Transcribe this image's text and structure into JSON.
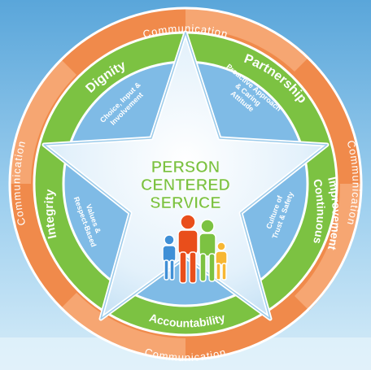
{
  "outer_ring": {
    "top": "Communication",
    "left": "Communication",
    "right": "Communication",
    "bottom": "Communication"
  },
  "values": {
    "dignity": "Dignity",
    "partnership": "Partnership",
    "integrity": "Integrity",
    "continuous_improvement_line1": "Continuous",
    "continuous_improvement_line2": "Improvement",
    "accountability": "Accountability"
  },
  "inner_ring": {
    "choice_line1": "Choice, Input &",
    "choice_line2": "Involvement",
    "proactive_line1": "Proactive Approach",
    "proactive_line2": "& Caring",
    "proactive_line3": "Attitude",
    "values_line1": "Values &",
    "values_line2": "Respect-Based",
    "culture_line1": "Culture of",
    "culture_line2": "Trust & Safety"
  },
  "center": {
    "line1": "PERSON",
    "line2": "CENTERED",
    "line3": "SERVICE"
  },
  "colors": {
    "background_top": "#6fb3e0",
    "background_bottom": "#cfe8f7",
    "outer_ring": "#f08a4b",
    "outer_ring_light": "#f6a672",
    "green_ring": "#7cc242",
    "inner_ring": "#7fbbe6",
    "star_fill": "#eaf4fc",
    "star_edge": "#9ccbea",
    "center_text": "#7cc242",
    "person_blue": "#3f8fd6",
    "person_red": "#e94e1b",
    "person_green": "#7cc242",
    "person_yellow": "#f7b733"
  }
}
